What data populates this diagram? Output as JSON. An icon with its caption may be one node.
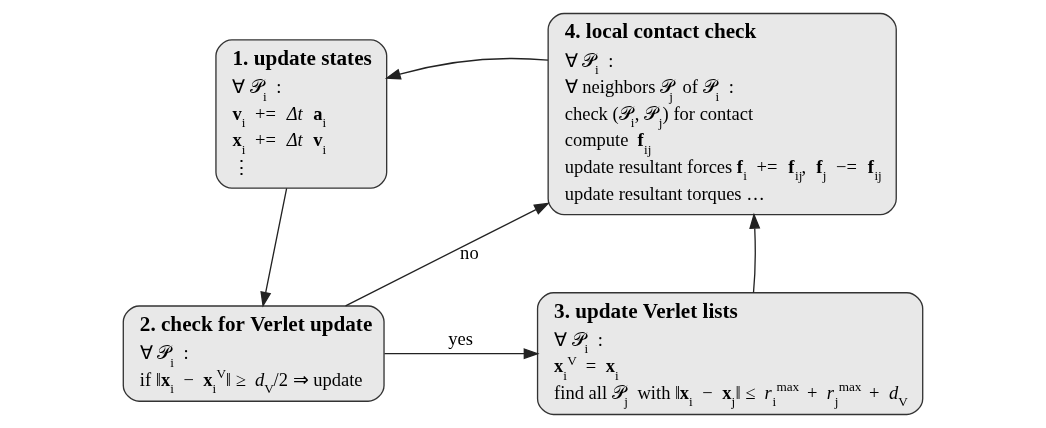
{
  "diagram": {
    "nodes": [
      {
        "text": [
          "1. update states",
          "∀ 𝒫$_{i}$ :",
          "**v**$_{i}$ += *Δt* **a**$_{i}$",
          "**x**$_{i}$ += *Δt* **v**$_{i}$",
          "⋮"
        ]
      },
      {
        "text": [
          "2. check for Verlet update",
          "∀ 𝒫$_{i}$ :",
          "if ‖**x**$_{i}$ − **x**$_{i}$$^{V}$‖ ≥ *d*$_{V}$/2 ⇒ update"
        ]
      },
      {
        "text": [
          "3. update Verlet lists",
          "∀ 𝒫$_{i}$ :",
          "**x**$_{i}$$^{V}$ = **x**$_{i}$",
          "find all 𝒫$_{j}$ with ‖**x**$_{i}$ − **x**$_{j}$‖ ≤ *r*$_{i}$$^{max}$ + *r*$_{j}$$^{max}$ + *d*$_{V}$"
        ]
      },
      {
        "text": [
          "4. local contact check",
          "∀ 𝒫$_{i}$ :",
          "∀ neighbors 𝒫$_{j}$ of 𝒫$_{i}$ :",
          "check (𝒫$_{i}$, 𝒫$_{j}$) for contact",
          "compute **f**$_{ij}$",
          "update resultant forces **f**$_{i}$ += **f**$_{ij}$, **f**$_{j}$ −= **f**$_{ij}$",
          "update resultant torques …"
        ]
      }
    ],
    "edges": [
      {
        "from": 0,
        "to": 1,
        "arrow": "to"
      },
      {
        "from": 1,
        "to": 2,
        "arrow": "to",
        "label": "yes"
      },
      {
        "from": 1,
        "to": 3,
        "arrow": "to",
        "label": "no"
      },
      {
        "from": 2,
        "to": 3,
        "arrow": "to"
      },
      {
        "from": 3,
        "to": 0,
        "arrow": "to"
      }
    ]
  }
}
